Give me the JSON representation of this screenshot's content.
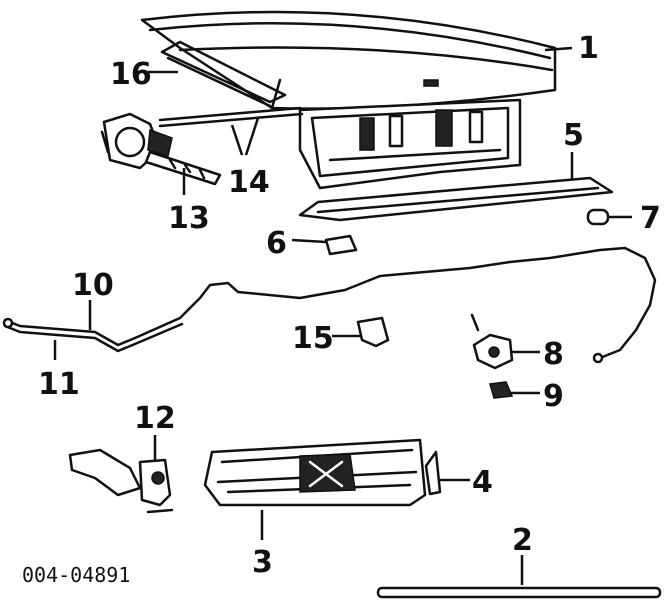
{
  "callouts": {
    "c1": "1",
    "c2": "2",
    "c3": "3",
    "c4": "4",
    "c5": "5",
    "c6": "6",
    "c7": "7",
    "c8": "8",
    "c9": "9",
    "c10": "10",
    "c11": "11",
    "c12": "12",
    "c13": "13",
    "c14": "14",
    "c15": "15",
    "c16": "16"
  },
  "diagram_code": "004-04891"
}
